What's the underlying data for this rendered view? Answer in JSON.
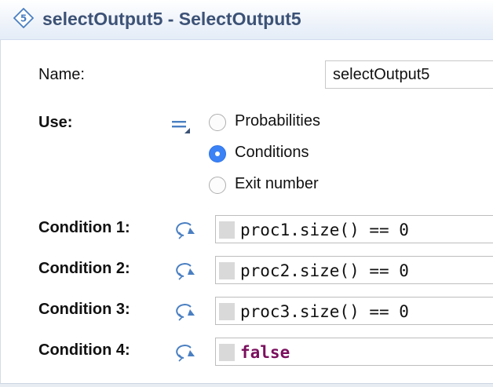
{
  "header": {
    "title": "selectOutput5 - SelectOutput5",
    "icon": "select-output-icon"
  },
  "name": {
    "label": "Name:",
    "value": "selectOutput5"
  },
  "use": {
    "label": "Use:",
    "mode_icon": "equals-icon",
    "options": [
      {
        "label": "Probabilities",
        "selected": false
      },
      {
        "label": "Conditions",
        "selected": true
      },
      {
        "label": "Exit number",
        "selected": false
      }
    ]
  },
  "conditions": [
    {
      "label": "Condition 1:",
      "value": "proc1.size() == 0",
      "is_keyword": false
    },
    {
      "label": "Condition 2:",
      "value": "proc2.size() == 0",
      "is_keyword": false
    },
    {
      "label": "Condition 3:",
      "value": "proc3.size() == 0",
      "is_keyword": false
    },
    {
      "label": "Condition 4:",
      "value": "false",
      "is_keyword": true
    }
  ],
  "colors": {
    "title": "#3c5276",
    "accent": "#3b82f6",
    "keyword": "#7b0f5e",
    "icon": "#4a7fc2"
  }
}
